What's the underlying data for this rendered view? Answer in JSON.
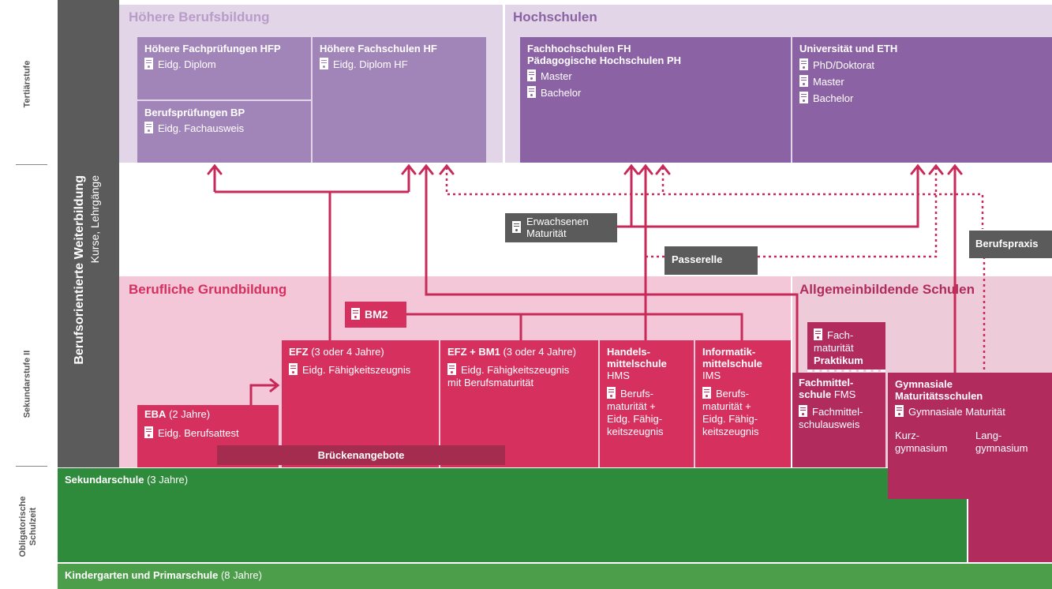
{
  "levels": {
    "tertiary": "Tertiärstufe",
    "secondary": "Sekundarstufe II",
    "compulsory_1": "Obligatorische",
    "compulsory_2": "Schulzeit"
  },
  "weiterbildung": {
    "title": "Berufsorientierte Weiterbildung",
    "sub": "Kurse, Lehrgänge"
  },
  "hbb": {
    "title": "Höhere Berufsbildung",
    "hfp": {
      "title": "Höhere Fachprüfungen HFP",
      "cert": "Eidg. Diplom"
    },
    "hf": {
      "title": "Höhere Fachschulen HF",
      "cert": "Eidg. Diplom HF"
    },
    "bp": {
      "title": "Berufsprüfungen BP",
      "cert": "Eidg. Fachausweis"
    }
  },
  "hochschulen": {
    "title": "Hochschulen",
    "fh": {
      "title1": "Fachhochschulen FH",
      "title2": "Pädagogische Hochschulen PH",
      "cert1": "Master",
      "cert2": "Bachelor"
    },
    "uni": {
      "title": "Universität und ETH",
      "cert1": "PhD/Doktorat",
      "cert2": "Master",
      "cert3": "Bachelor"
    }
  },
  "bridges": {
    "erwachsenen_1": "Erwachsenen",
    "erwachsenen_2": "Maturität",
    "passerelle": "Passerelle",
    "berufspraxis": "Berufspraxis"
  },
  "grundbildung": {
    "title": "Berufliche Grundbildung",
    "bm2": "BM2",
    "efz": {
      "title": "EFZ",
      "dur": "(3 oder 4 Jahre)",
      "cert": "Eidg. Fähigkeitszeugnis"
    },
    "efzbm1": {
      "title": "EFZ + BM1",
      "dur": "(3 oder 4 Jahre)",
      "cert1": "Eidg. Fähigkeitszeugnis",
      "cert2": "mit Berufsmaturität"
    },
    "hms": {
      "t1": "Handels-",
      "t2": "mittelschule",
      "abbr": "HMS",
      "c1": "Berufs-",
      "c2": "maturität +",
      "c3": "Eidg. Fähig-",
      "c4": "keitszeugnis"
    },
    "ims": {
      "t1": "Informatik-",
      "t2": "mittelschule",
      "abbr": "IMS",
      "c1": "Berufs-",
      "c2": "maturität +",
      "c3": "Eidg. Fähig-",
      "c4": "keitszeugnis"
    },
    "eba": {
      "title": "EBA",
      "dur": "(2 Jahre)",
      "cert": "Eidg. Berufsattest"
    },
    "bruecken": "Brückenangebote"
  },
  "allgemein": {
    "title": "Allgemeinbildende Schulen",
    "fm": {
      "l1": "Fach-",
      "l2": "maturität",
      "l3": "Praktikum"
    },
    "fms": {
      "t1": "Fachmittel-",
      "t2": "schule",
      "abbr": "FMS",
      "c1": "Fachmittel-",
      "c2": "schulausweis"
    },
    "gym": {
      "t1": "Gymnasiale",
      "t2": "Maturitätsschulen",
      "cert": "Gymnasiale Maturität",
      "k1": "Kurz-",
      "k2": "gymnasium",
      "l1": "Lang-",
      "l2": "gymnasium"
    }
  },
  "sekundarschule": {
    "title": "Sekundarschule",
    "dur": "(3 Jahre)"
  },
  "primar": {
    "title": "Kindergarten und Primarschule",
    "dur": "(8 Jahre)"
  },
  "colors": {
    "purple_light": "#e3d5e8",
    "purple_hbb": "#a185b8",
    "purple_hs": "#8b62a4",
    "pink_bg": "#f3c6d8",
    "magenta": "#d6305f",
    "wine": "#b12c5c",
    "green": "#2f8b3c",
    "green2": "#4c9e4a",
    "grey": "#5b5b5b"
  }
}
